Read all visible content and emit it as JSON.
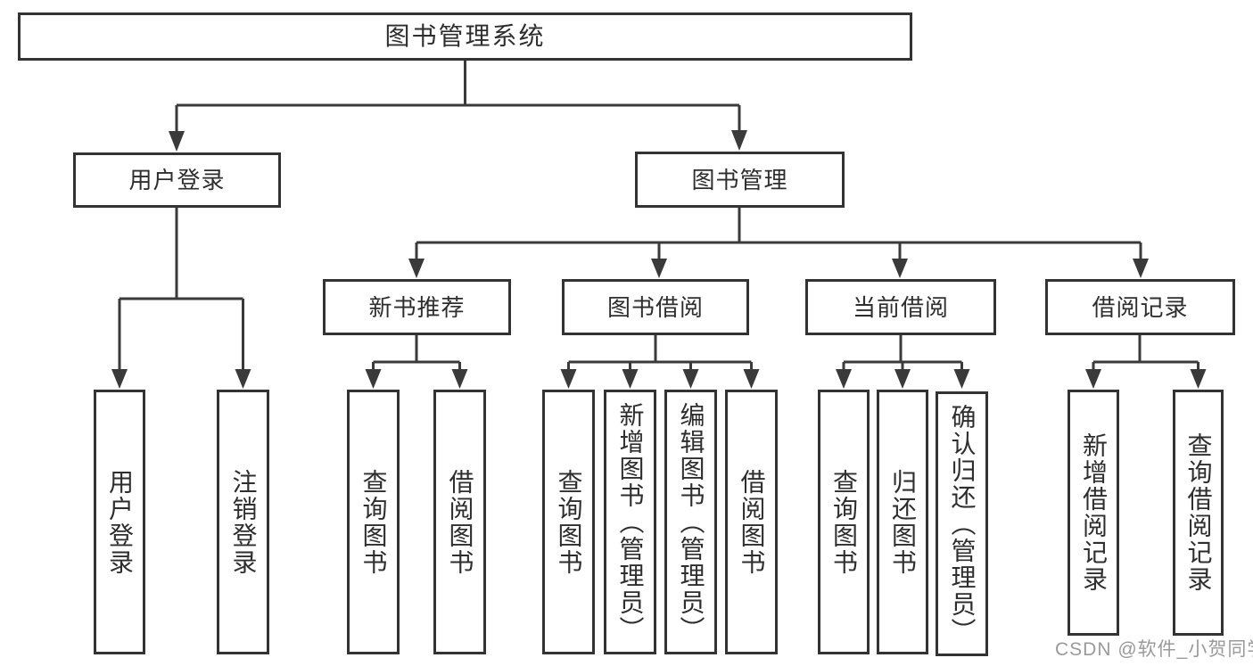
{
  "diagram": {
    "title": "图书管理系统",
    "level2": [
      {
        "label": "用户登录",
        "parent": "图书管理系统"
      },
      {
        "label": "图书管理",
        "parent": "图书管理系统"
      }
    ],
    "level3": [
      {
        "label": "新书推荐",
        "parent": "图书管理"
      },
      {
        "label": "图书借阅",
        "parent": "图书管理"
      },
      {
        "label": "当前借阅",
        "parent": "图书管理"
      },
      {
        "label": "借阅记录",
        "parent": "图书管理"
      }
    ],
    "leaves": [
      {
        "label": "用户登录",
        "parent": "用户登录"
      },
      {
        "label": "注销登录",
        "parent": "用户登录"
      },
      {
        "label": "查询图书",
        "parent": "新书推荐"
      },
      {
        "label": "借阅图书",
        "parent": "新书推荐"
      },
      {
        "label": "查询图书",
        "parent": "图书借阅"
      },
      {
        "label": "新增图书（管理员）",
        "parent": "图书借阅"
      },
      {
        "label": "编辑图书（管理员）",
        "parent": "图书借阅"
      },
      {
        "label": "借阅图书",
        "parent": "图书借阅"
      },
      {
        "label": "查询图书",
        "parent": "当前借阅"
      },
      {
        "label": "归还图书",
        "parent": "当前借阅"
      },
      {
        "label": "确认归还（管理员）",
        "parent": "当前借阅"
      },
      {
        "label": "新增借阅记录",
        "parent": "借阅记录"
      },
      {
        "label": "查询借阅记录",
        "parent": "借阅记录"
      }
    ]
  },
  "watermark": {
    "text": "CSDN @软件_小贺同学"
  },
  "colors": {
    "line": "#3a3a3a",
    "box_border": "#333333",
    "text": "#2e2e2e",
    "background": "#ffffff",
    "watermark": "#9a9a9a"
  }
}
